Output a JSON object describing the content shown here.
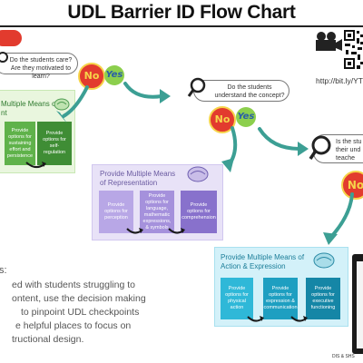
{
  "header": {
    "title": "UDL Barrier ID Flow Chart"
  },
  "qr": {
    "url_text": "http://bit.ly/YT"
  },
  "questions": {
    "q1": "Do the students care? Are they motivated to learn?",
    "q2": "Do the students understand the concept?",
    "q3": "Is the stu... their und... teache..."
  },
  "answers": {
    "no": "No",
    "yes": "Yes"
  },
  "engagement": {
    "title": "Provide Multiple Means of\nEngagement",
    "title_visible": "Multiple Means of\nnt",
    "items": [
      "Provide options for sustaining effort and persistence",
      "Provide options for self-regulation"
    ]
  },
  "representation": {
    "title": "Provide Multiple Means\nof Representation",
    "items": [
      "Provide options for perception",
      "Provide options for language, mathematic expressions, & symbols",
      "Provide options for comprehension"
    ]
  },
  "action": {
    "title": "Provide Multiple Means of\nAction & Expression",
    "items": [
      "Provide options for physical action",
      "Provide options for expression & communication",
      "Provide options for executive functioning"
    ]
  },
  "notes": {
    "heading": "s:",
    "lines": [
      "ed with students struggling to",
      "ontent, use the decision making",
      "to  pinpoint UDL checkpoints",
      "e helpful places to focus on",
      "tructional design."
    ]
  },
  "credit": "DIS & SHS",
  "colors": {
    "red": "#e23b2e",
    "green": "#8ccf4d",
    "teal": "#3c9f94",
    "engagement": "#5fb24a",
    "representation": "#b8a7e6",
    "action": "#2fb8d8"
  }
}
